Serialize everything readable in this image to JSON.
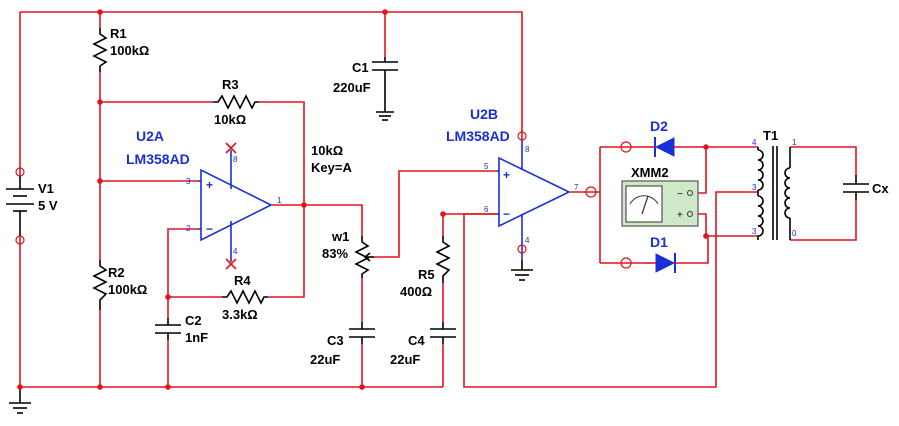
{
  "components": {
    "u2a": {
      "name": "U2A",
      "part": "LM358AD"
    },
    "u2b": {
      "name": "U2B",
      "part": "LM358AD"
    },
    "r1": {
      "name": "R1",
      "value": "100kΩ"
    },
    "r2": {
      "name": "R2",
      "value": "100kΩ"
    },
    "r3": {
      "name": "R3",
      "value": "10kΩ"
    },
    "r4": {
      "name": "R4",
      "value": "3.3kΩ"
    },
    "r5": {
      "name": "R5",
      "value": "400Ω"
    },
    "c1": {
      "name": "C1",
      "value": "220uF"
    },
    "c2": {
      "name": "C2",
      "value": "1nF"
    },
    "c3": {
      "name": "C3",
      "value": "22uF"
    },
    "c4": {
      "name": "C4",
      "value": "22uF"
    },
    "v1": {
      "name": "V1",
      "value": "5 V"
    },
    "w1": {
      "name": "w1",
      "value": "83%"
    },
    "pot": {
      "resistance": "10kΩ",
      "key": "Key=A"
    },
    "d1": {
      "name": "D1"
    },
    "d2": {
      "name": "D2"
    },
    "t1": {
      "name": "T1"
    },
    "xmm2": {
      "name": "XMM2"
    },
    "cx": {
      "name": "Cx"
    }
  },
  "pins": {
    "u2a_in_plus": "3",
    "u2a_in_minus": "2",
    "u2a_out": "1",
    "u2a_vcc": "8",
    "u2a_gnd": "4",
    "u2b_in_plus": "5",
    "u2b_in_minus": "6",
    "u2b_out": "7",
    "u2b_vcc": "8",
    "u2b_gnd": "4",
    "t1_p1": "4",
    "t1_p2": "3",
    "t1_p3": "3",
    "t1_s1": "1",
    "t1_s2": "0"
  },
  "signs": {
    "plus": "+",
    "minus": "−",
    "meter_minus": "−",
    "meter_plus": "+"
  },
  "colors": {
    "wire": "#e0141e",
    "opamp": "#1a2fd6",
    "component": "#000000",
    "meter_body": "#cfe8c8"
  }
}
